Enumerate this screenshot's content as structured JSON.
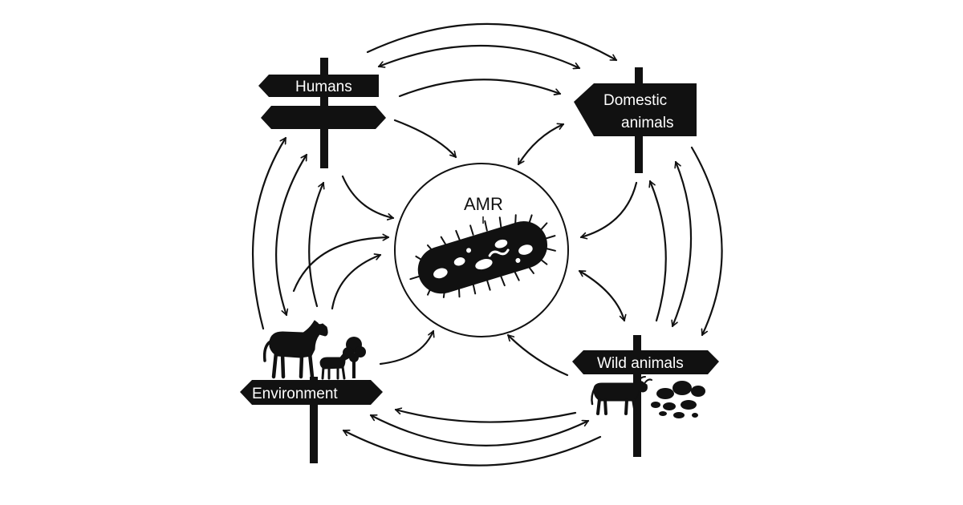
{
  "center": {
    "label": "AMR",
    "icon": "bacterium-icon"
  },
  "nodes": {
    "humans": {
      "label": "Humans"
    },
    "domestic": {
      "label_line1": "Domestic",
      "label_line2": "animals"
    },
    "wild": {
      "label": "Wild animals"
    },
    "environment": {
      "label": "Environment"
    }
  },
  "icons": {
    "environment": [
      "horse-icon",
      "foal-icon",
      "tree-icon"
    ],
    "wild": [
      "cow-icon",
      "rocks-icon"
    ]
  },
  "colors": {
    "ink": "#111111",
    "background": "#ffffff"
  }
}
